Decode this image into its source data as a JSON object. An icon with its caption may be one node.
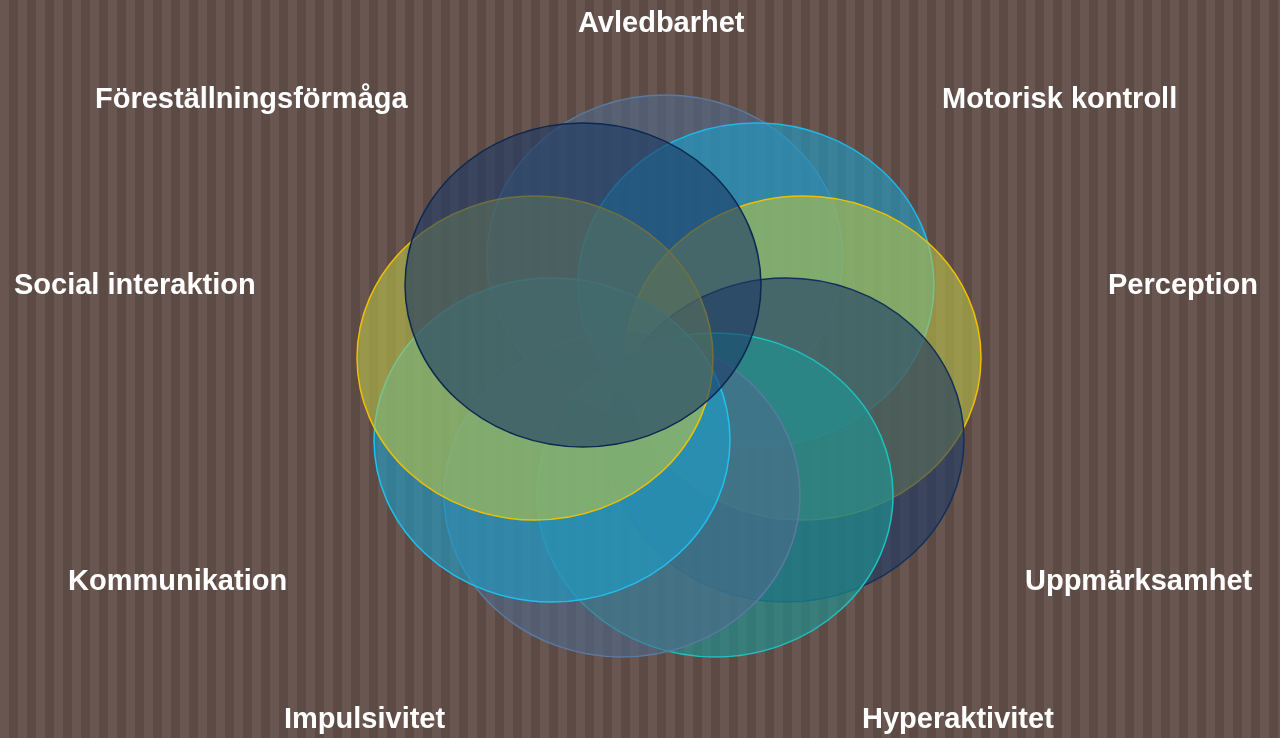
{
  "diagram": {
    "labels": [
      "Avledbarhet",
      "Föreställningsförmåga",
      "Motorisk kontroll",
      "Social interaktion",
      "Perception",
      "Kommunikation",
      "Uppmärksamhet",
      "Impulsivitet",
      "Hyperaktivitet"
    ]
  }
}
